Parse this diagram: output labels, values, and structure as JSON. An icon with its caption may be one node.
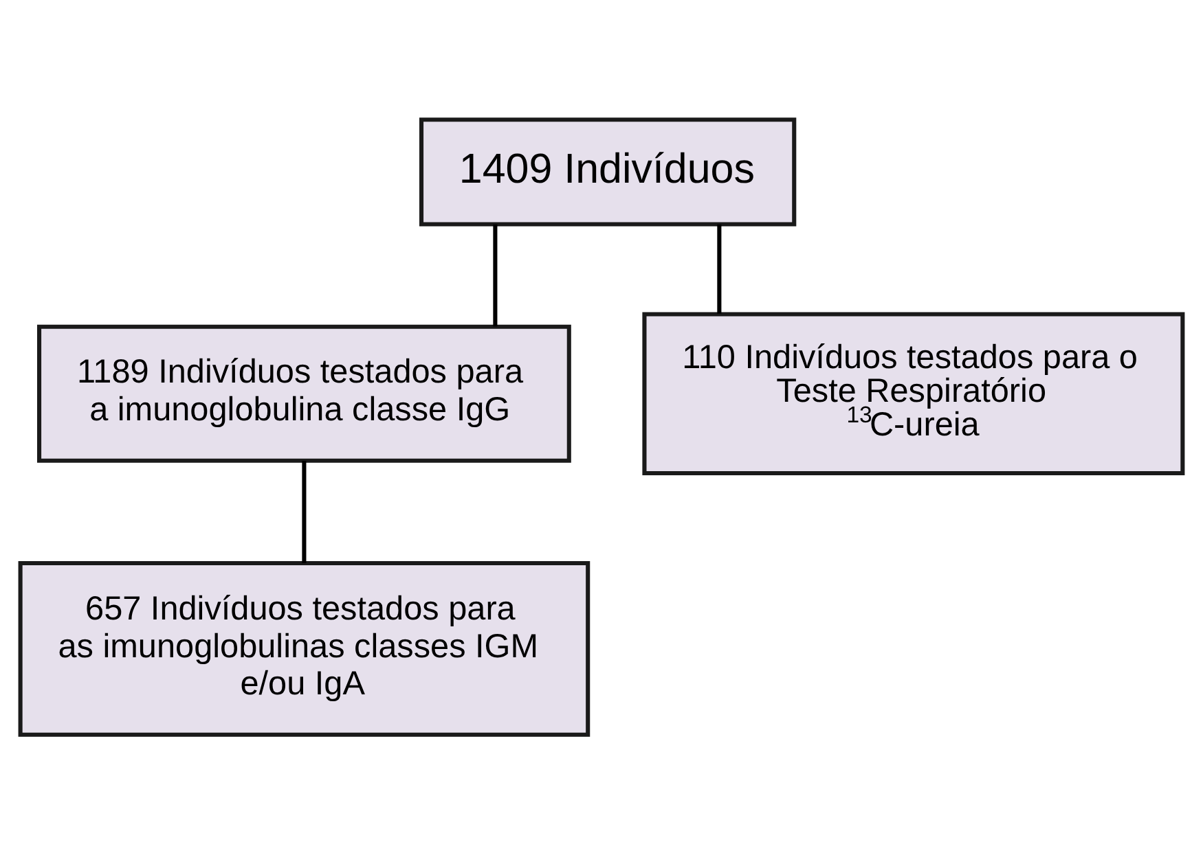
{
  "diagram": {
    "nodes": [
      {
        "text": [
          "1409 Indivíduos"
        ]
      },
      {
        "text": [
          "1189 Indivíduos testados para a imunoglobulina classe IgG"
        ]
      },
      {
        "text": [
          "110 Indivíduos testados para o Teste Respiratório $^{13}$C-ureia"
        ]
      },
      {
        "text": [
          "657 Indivíduos testados para as imunoglobulinas classes IGM e/ou IgA"
        ]
      }
    ],
    "edges": [
      {
        "from": 0,
        "to": 1,
        "arrow": "none"
      },
      {
        "from": 0,
        "to": 2,
        "arrow": "none"
      },
      {
        "from": 1,
        "to": 3,
        "arrow": "none"
      }
    ]
  }
}
